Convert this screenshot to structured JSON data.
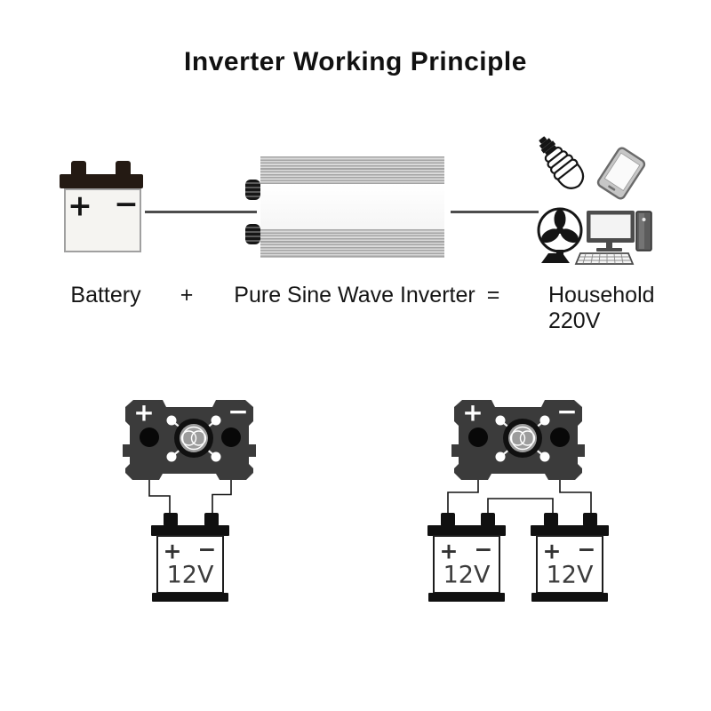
{
  "title": "Inverter Working Principle",
  "flow": {
    "battery_label": "Battery",
    "plus_sign": "+",
    "inverter_label": "Pure Sine Wave Inverter",
    "equals_sign": "=",
    "household_label": "Household 220V",
    "battery_icon": {
      "positive": "+",
      "negative": "−"
    },
    "appliance_icons": [
      "cfl-bulb",
      "smartphone",
      "desk-fan",
      "desktop-computer"
    ]
  },
  "wiring": {
    "inverter_icon": {
      "positive": "+",
      "negative": "−"
    },
    "single": {
      "battery": {
        "positive": "+",
        "negative": "−",
        "voltage": "12V"
      }
    },
    "dual": {
      "battery1": {
        "positive": "+",
        "negative": "−",
        "voltage": "12V"
      },
      "battery2": {
        "positive": "+",
        "negative": "−",
        "voltage": "12V"
      }
    }
  },
  "colors": {
    "inverter_body_dark": "#3b3b3b",
    "battery_cap": "#241a13",
    "wire_gray": "#4d4d4d",
    "wire_black": "#141414",
    "fan_hub_gray": "#9c9c9c"
  }
}
